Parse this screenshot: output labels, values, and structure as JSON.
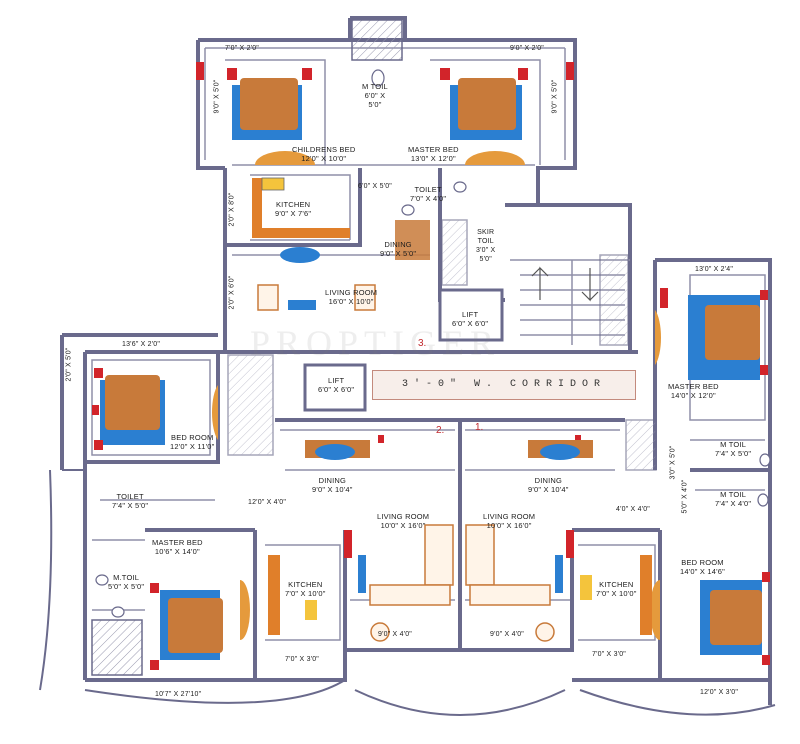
{
  "watermark": "PROPTIGER",
  "corridor": "3'-0\" W. CORRIDOR",
  "rooms": {
    "childrens_bed": [
      "CHILDRENS BED",
      "12'0\" X 10'0\""
    ],
    "master_bed_top": [
      "MASTER BED",
      "13'0\" X 12'0\""
    ],
    "m_toil_top": [
      "M TOIL",
      "6'0\" X",
      "5'0\""
    ],
    "toilet_top": [
      "TOILET",
      "7'0\" X 4'0\""
    ],
    "kitchen_top": [
      "KITCHEN",
      "9'0\" X 7'6\""
    ],
    "dining_top": [
      "DINING",
      "9'0\" X 5'0\""
    ],
    "living_top": [
      "LIVING ROOM",
      "16'0\" X 10'0\""
    ],
    "skir_toil": [
      "SKIR",
      "TOIL",
      "3'0\" X",
      "5'0\""
    ],
    "lift_top": [
      "LIFT",
      "6'0\" X 6'0\""
    ],
    "lift_mid": [
      "LIFT",
      "6'0\" X 6'0\""
    ],
    "up": "UP",
    "dn": "DN",
    "bed_room_left": [
      "BED ROOM",
      "12'0\" X 11'0\""
    ],
    "master_bed_right": [
      "MASTER BED",
      "14'0\" X 12'0\""
    ],
    "m_toil_right": [
      "M TOIL",
      "7'4\" X 5'0\""
    ],
    "m_toil_right2": [
      "M TOIL",
      "7'4\" X 4'0\""
    ],
    "bedroom_right": [
      "BED ROOM",
      "14'0\" X 14'6\""
    ],
    "dining_2": [
      "DINING",
      "9'0\" X 10'4\""
    ],
    "dining_1": [
      "DINING",
      "9'0\" X 10'4\""
    ],
    "living_2": [
      "LIVING ROOM",
      "10'0\" X 16'0\""
    ],
    "living_1": [
      "LIVING ROOM",
      "10'0\" X 16'0\""
    ],
    "toilet_left": [
      "TOILET",
      "7'4\" X 5'0\""
    ],
    "m_toil_left": [
      "M.TOIL",
      "5'0\" X 5'0\""
    ],
    "master_bed_left": [
      "MASTER BED",
      "10'6\" X 14'0\""
    ],
    "kitchen_left": [
      "KITCHEN",
      "7'0\" X 10'0\""
    ],
    "kitchen_right": [
      "KITCHEN",
      "7'0\" X 10'0\""
    ]
  },
  "dims": {
    "d1": "7'0\" X 2'0\"",
    "d2": "9'0\" X 2'0\"",
    "d3": "9'0\" X 5'0\"",
    "d4": "9'0\" X 5'0\"",
    "d5": "2'0\" X 8'0\"",
    "d6": "2'0\" X 6'0\"",
    "d7": "6'0\" X 5'0\"",
    "d8": "13'6\" X 2'0\"",
    "d9": "2'0\" X 5'0\"",
    "d10": "13'0\" X 2'4\"",
    "d11": "12'0\" X 4'0\"",
    "d12": "4'0\" X 4'0\"",
    "d13": "5'0\" X 4'0\"",
    "d14": "9'0\" X 4'0\"",
    "d15": "9'0\" X 4'0\"",
    "d16": "7'0\" X 3'0\"",
    "d17": "7'0\" X 3'0\"",
    "d18": "10'7\" X 27'10\"",
    "d19": "12'0\" X 3'0\"",
    "d20": "3'0\" X 5'0\""
  },
  "numbers": [
    "1.",
    "2.",
    "3."
  ],
  "colors": {
    "wall": "#6a6a8c",
    "bed": "#c87a3a",
    "rug": "#2b7fd1",
    "accent": "#d2242a",
    "yellow": "#f4c43c"
  }
}
